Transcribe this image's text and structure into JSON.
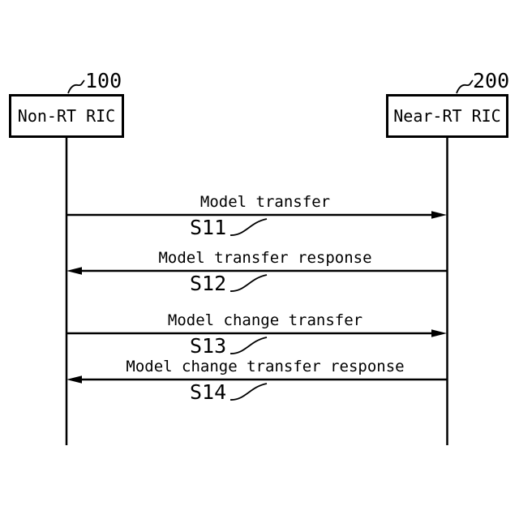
{
  "diagram": {
    "type": "sequence-diagram",
    "background_color": "#ffffff",
    "line_color": "#000000",
    "text_color": "#000000",
    "actors": [
      {
        "ref": "100",
        "label": "Non-RT RIC"
      },
      {
        "ref": "200",
        "label": "Near-RT RIC"
      }
    ],
    "messages": [
      {
        "step": "S11",
        "label": "Model transfer",
        "direction": "right"
      },
      {
        "step": "S12",
        "label": "Model transfer response",
        "direction": "left"
      },
      {
        "step": "S13",
        "label": "Model change transfer",
        "direction": "right"
      },
      {
        "step": "S14",
        "label": "Model change transfer response",
        "direction": "left"
      }
    ]
  }
}
